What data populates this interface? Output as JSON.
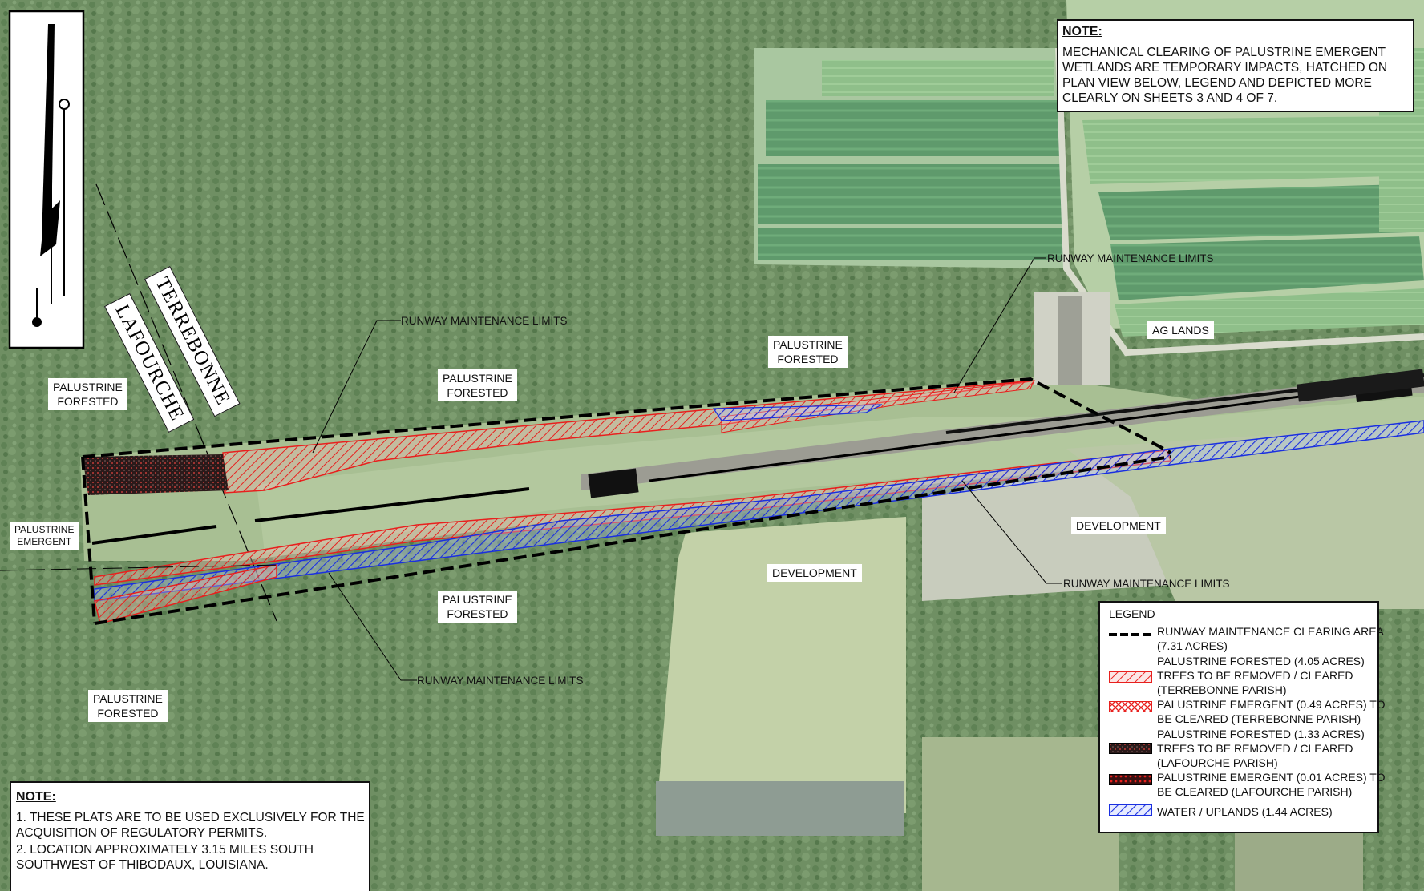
{
  "notes": {
    "top": {
      "title": "NOTE:",
      "text": "MECHANICAL CLEARING OF PALUSTRINE EMERGENT WETLANDS ARE TEMPORARY IMPACTS, HATCHED ON PLAN VIEW BELOW, LEGEND AND DEPICTED MORE CLEARLY ON SHEETS 3 AND 4 OF 7."
    },
    "bottom": {
      "title": "NOTE:",
      "line1": "1. THESE PLATS ARE TO BE USED EXCLUSIVELY FOR THE ACQUISITION OF REGULATORY PERMITS.",
      "line2": "2. LOCATION APPROXIMATELY 3.15 MILES SOUTH SOUTHWEST OF THIBODAUX, LOUISIANA."
    }
  },
  "parishes": {
    "terrebonne": "TERREBONNE",
    "lafourche": "LAFOURCHE"
  },
  "area_labels": {
    "pf_west": "PALUSTRINE\nFORESTED",
    "pf_north_center": "PALUSTRINE\nFORESTED",
    "pf_north_east": "PALUSTRINE\nFORESTED",
    "pe_west": "PALUSTRINE\nEMERGENT",
    "pf_south_center": "PALUSTRINE\nFORESTED",
    "pf_south_west": "PALUSTRINE\nFORESTED",
    "development_center": "DEVELOPMENT",
    "development_east": "DEVELOPMENT",
    "ag_lands": "AG LANDS"
  },
  "callouts": {
    "c1": "RUNWAY MAINTENANCE LIMITS",
    "c2": "RUNWAY MAINTENANCE LIMITS",
    "c3": "RUNWAY MAINTENANCE LIMITS",
    "c4": "RUNWAY MAINTENANCE LIMITS"
  },
  "legend": {
    "title": "LEGEND",
    "items": [
      {
        "key": "clearing",
        "text": "RUNWAY MAINTENANCE CLEARING AREA (7.31 ACRES)"
      },
      {
        "key": "pf_terrebonne",
        "text": "PALUSTRINE FORESTED (4.05 ACRES) TREES TO BE REMOVED / CLEARED (TERREBONNE PARISH)"
      },
      {
        "key": "pe_terrebonne",
        "text": "PALUSTRINE EMERGENT (0.49 ACRES) TO BE CLEARED (TERREBONNE PARISH)"
      },
      {
        "key": "pf_lafourche",
        "text": "PALUSTRINE FORESTED (1.33 ACRES) TREES TO BE REMOVED / CLEARED (LAFOURCHE PARISH)"
      },
      {
        "key": "pe_lafourche",
        "text": "PALUSTRINE EMERGENT (0.01 ACRES) TO BE CLEARED (LAFOURCHE PARISH)"
      },
      {
        "key": "water",
        "text": "WATER / UPLANDS (1.44 ACRES)"
      }
    ]
  },
  "colors": {
    "forest": "#6f8f63",
    "field": "#a8bf93",
    "crop": "#5f9a6c",
    "clearing_hatch": "#e8201e",
    "water_hatch": "#1a2fe0",
    "lafourche_fill": "#2b1a1a",
    "boundary": "#000000"
  },
  "icons": {
    "north_arrow": "north-arrow-icon"
  }
}
